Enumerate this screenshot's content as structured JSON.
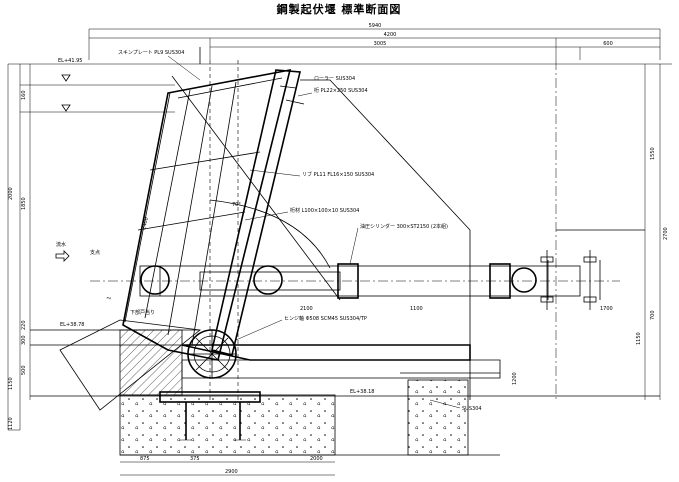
{
  "title": "鋼製起伏堰 標準断面図",
  "dimensions": {
    "top_total": "5940",
    "top_right": "4200",
    "top_mid": "3005",
    "top_small": "600",
    "left_total": "2000",
    "left_inner": "1850",
    "left_low1": "1150",
    "left_low2": "500",
    "left_low3": "300",
    "left_low4": "1120",
    "left_a": "160",
    "left_b": "220",
    "right_total": "2700",
    "right_a": "1550",
    "right_b": "700",
    "right_c": "1150",
    "right_d": "1200",
    "bottom_a": "875",
    "bottom_b": "375",
    "bottom_c": "2000",
    "bottom_total": "2900",
    "mid_a": "2100",
    "mid_b": "1100",
    "mid_c": "1700",
    "angle": "70°",
    "gate_a": "2400",
    "gate_b": "1"
  },
  "labels": {
    "el_top": "EL+41.95",
    "el_mid": "EL+38.78",
    "el_low": "EL+38.18",
    "flow": "流水",
    "skin_plate": "スキンプレート PL9 SUS304",
    "roller": "ローラー SUS304",
    "girder1": "桁 PL22×250 SUS304",
    "rib": "リブ PL11 FL16×150 SUS304",
    "beam": "桁材 L100×100×10 SUS304",
    "cylinder": "油圧シリンダー 300×ST2150 (2本組)",
    "pivot": "支点",
    "shaft": "ヒンジ軸 Φ508 SCM45 SUS304/TP",
    "hinge": "下部戸当り",
    "anchor": "SUS304"
  }
}
